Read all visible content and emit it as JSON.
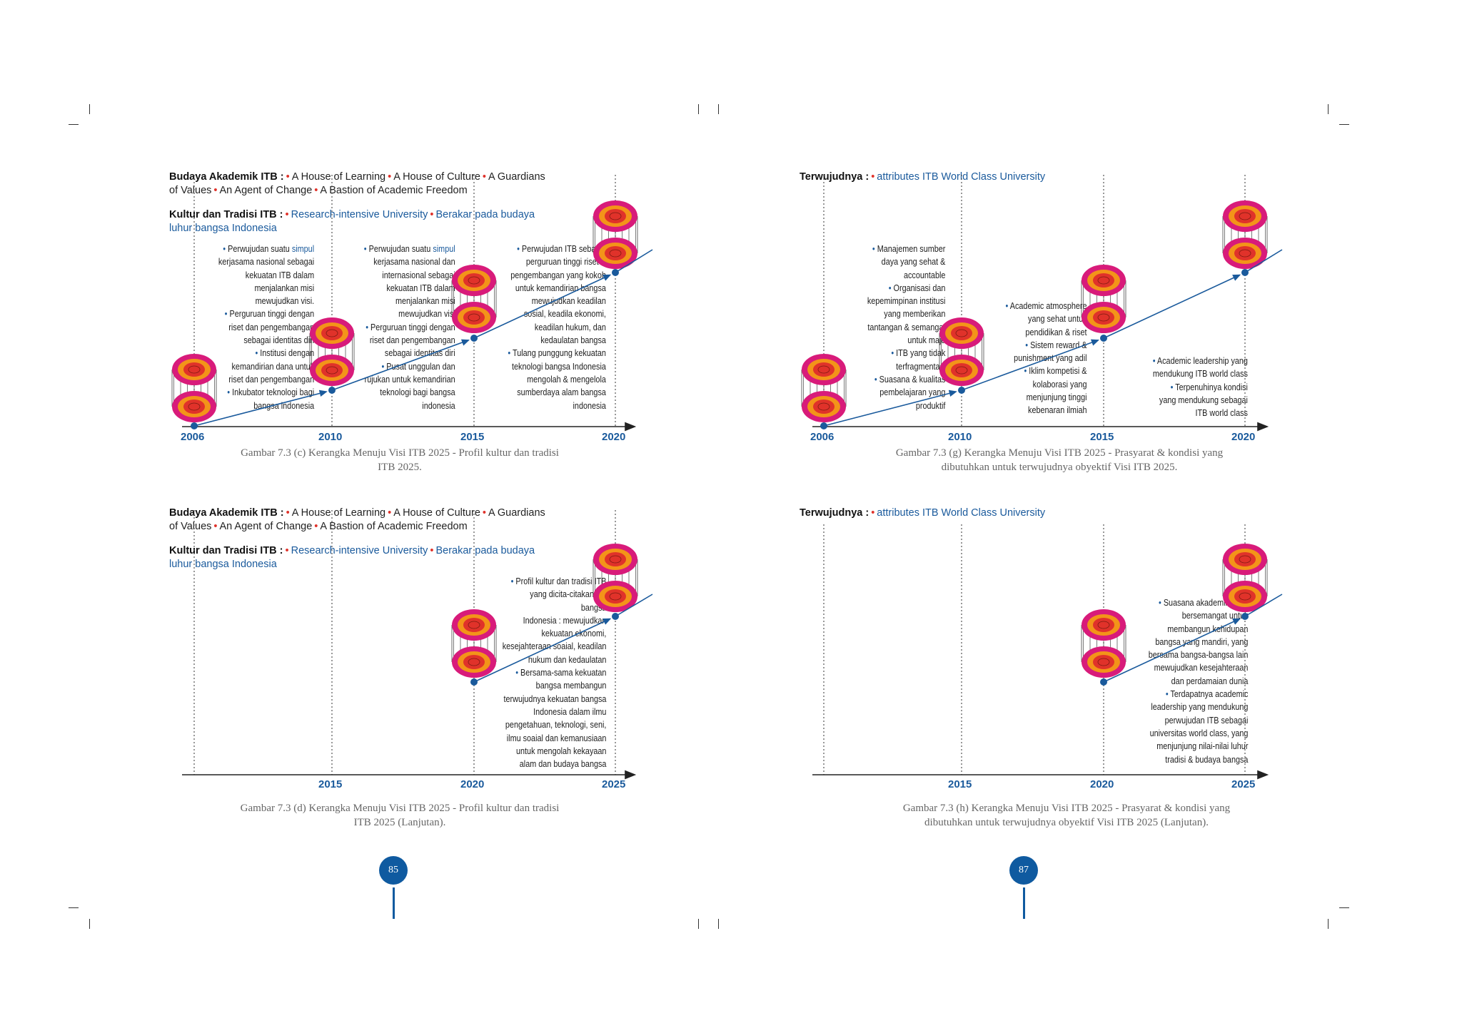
{
  "left_page": {
    "page_number": "85",
    "panel_c": {
      "budaya_label": "Budaya Akademik ITB :",
      "budaya_items_line1": [
        "A House of Learning",
        "A House of Culture",
        "A Guardians"
      ],
      "budaya_items_line2_start": "of Values",
      "budaya_items_line2": [
        "An Agent of Change",
        "A Bastion of Academic Freedom"
      ],
      "kultur_label": "Kultur dan Tradisi ITB :",
      "kultur_items": [
        "Research-intensive University",
        "Berakar pada budaya"
      ],
      "kultur_line2": "luhur bangsa Indonesia",
      "years": [
        "2006",
        "2010",
        "2015",
        "2020"
      ],
      "notes": [
        "• Perwujudan suatu simpul\nkerjasama nasional sebagai\nkekuatan ITB dalam\nmenjalankan misi\nmewujudkan visi.\n• Perguruan tinggi dengan\nriset dan pengembangan\nsebagai identitas diri\n• Institusi dengan\nkemandirian dana untuk\nriset dan pengembangan\n• Inkubator teknologi bagi\nbangsa indonesia",
        "• Perwujudan suatu simpul\nkerjasama nasional dan\ninternasional sebagai\nkekuatan ITB dalam\nmenjalankan misi\nmewujudkan visi\n• Perguruan tinggi dengan\nriset dan pengembangan\nsebagai identitas diri\n• Pusat unggulan dan\nrujukan untuk kemandirian\nteknologi bagi bangsa\nindonesia",
        "• Perwujudan ITB sebagai\nperguruan tinggi riset &\npengembangan yang kokoh\nuntuk kemandirian bangsa\nmewujudkan keadilan\nsosial, keadila ekonomi,\nkeadilan hukum, dan\nkedaulatan bangsa\n• Tulang punggung kekuatan\nteknologi bangsa Indonesia\nmengolah & mengelola\nsumberdaya alam bangsa\nindonesia"
      ],
      "caption": "Gambar 7.3 (c) Kerangka Menuju Visi ITB 2025 - Profil kultur dan tradisi\nITB 2025."
    },
    "panel_d": {
      "budaya_label": "Budaya Akademik ITB :",
      "budaya_items_line1": [
        "A House of Learning",
        "A House of Culture",
        "A Guardians"
      ],
      "budaya_items_line2_start": "of Values",
      "budaya_items_line2": [
        "An Agent of Change",
        "A Bastion of Academic Freedom"
      ],
      "kultur_label": "Kultur dan Tradisi ITB :",
      "kultur_items": [
        "Research-intensive University",
        "Berakar pada budaya"
      ],
      "kultur_line2": "luhur bangsa Indonesia",
      "years": [
        "2015",
        "2020",
        "2025"
      ],
      "notes": [
        "• Profil kultur dan tradisi ITB\nyang dicita-citakan diri\nbangsa\nIndonesia : mewujudkan\nkekuatan ekonomi,\nkesejahteraan soaial, keadilan\nhukum dan kedaulatan\n• Bersama-sama kekuatan\nbangsa membangun\nterwujudnya kekuatan bangsa\nIndonesia dalam ilmu\npengetahuan, teknologi, seni,\nilmu soaial dan kemanusiaan\nuntuk mengolah kekayaan\nalam dan budaya bangsa"
      ],
      "caption": "Gambar 7.3 (d) Kerangka Menuju Visi ITB 2025 - Profil kultur dan tradisi\nITB 2025 (Lanjutan)."
    }
  },
  "right_page": {
    "page_number": "87",
    "panel_g": {
      "label": "Terwujudnya :",
      "item": "attributes ITB World Class University",
      "years": [
        "2006",
        "2010",
        "2015",
        "2020"
      ],
      "notes": [
        "• Manajemen sumber\ndaya yang sehat &\naccountable\n• Organisasi dan\nkepemimpinan institusi\nyang memberikan\ntantangan & semangat\nuntuk maju\n• ITB yang tidak\nterfragmentasi\n• Suasana & kualitas\npembelajaran yang\nproduktif",
        "• Academic atmosphere\nyang sehat untuk\npendidikan & riset\n• Sistem reward &\npunishment yang adil\n• Iklim kompetisi &\nkolaborasi yang\nmenjunjung tinggi\nkebenaran ilmiah",
        "• Academic leadership yang\nmendukung ITB world class\n• Terpenuhinya kondisi\nyang mendukung sebagai\nITB world class"
      ],
      "caption": "Gambar 7.3 (g) Kerangka Menuju Visi ITB 2025 - Prasyarat & kondisi yang\ndibutuhkan untuk terwujudnya obyektif Visi ITB 2025."
    },
    "panel_h": {
      "label": "Terwujudnya :",
      "item": "attributes ITB World Class University",
      "years": [
        "2015",
        "2020",
        "2025"
      ],
      "notes": [
        "• Suasana akademik yang\nbersemangat untuk\nmembangun kehidupan\nbangsa yang mandiri, yang\nbersama bangsa-bangsa lain\nmewujudkan kesejahteraan\ndan perdamaian dunia\n• Terdapatnya academic\nleadership yang mendukung\nperwujudan ITB sebagai\nuniversitas world class, yang\nmenjunjung nilai-nilai luhur\ntradisi & budaya bangsa"
      ],
      "caption": "Gambar 7.3 (h) Kerangka Menuju Visi ITB 2025 - Prasyarat & kondisi yang\ndibutuhkan untuk terwujudnya obyektif Visi ITB 2025 (Lanjutan)."
    }
  },
  "colors": {
    "blue": "#1a5a9c",
    "magenta": "#d81b7a",
    "orange": "#f39419",
    "red": "#e0322a",
    "page_circle": "#0f5aa0"
  }
}
